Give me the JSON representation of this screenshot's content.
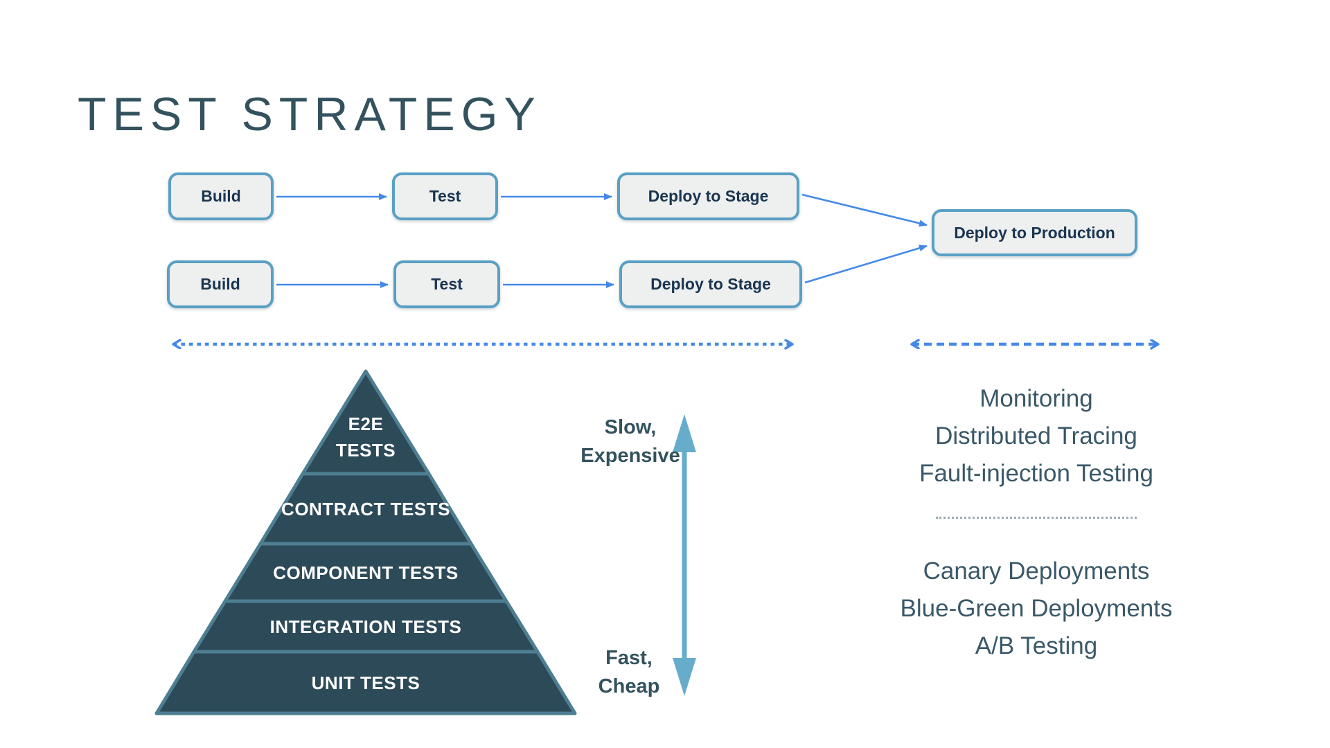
{
  "title": "TEST STRATEGY",
  "pipeline": {
    "row1": {
      "build": "Build",
      "test": "Test",
      "stage": "Deploy to Stage"
    },
    "row2": {
      "build": "Build",
      "test": "Test",
      "stage": "Deploy to Stage"
    },
    "production": "Deploy to Production"
  },
  "pyramid": {
    "layers": [
      "E2E\nTESTS",
      "CONTRACT TESTS",
      "COMPONENT TESTS",
      "INTEGRATION TESTS",
      "UNIT TESTS"
    ]
  },
  "cost_axis": {
    "top": "Slow,\nExpensive",
    "bottom": "Fast,\nCheap"
  },
  "right_panel": {
    "observability": [
      "Monitoring",
      "Distributed Tracing",
      "Fault-injection Testing"
    ],
    "deployment": [
      "Canary Deployments",
      "Blue-Green Deployments",
      "A/B Testing"
    ]
  },
  "colors": {
    "slate_text": "#33525e",
    "box_border": "#5aa0c4",
    "box_fill": "#eeefef",
    "box_text": "#1a3550",
    "arrow_blue": "#4589e8",
    "pyramid_fill": "#2d4a59",
    "pyramid_stroke": "#4e7e92",
    "pyramid_text": "#ffffff",
    "cost_arrow": "#67adcb",
    "divider_dots": "#9aaab2"
  }
}
